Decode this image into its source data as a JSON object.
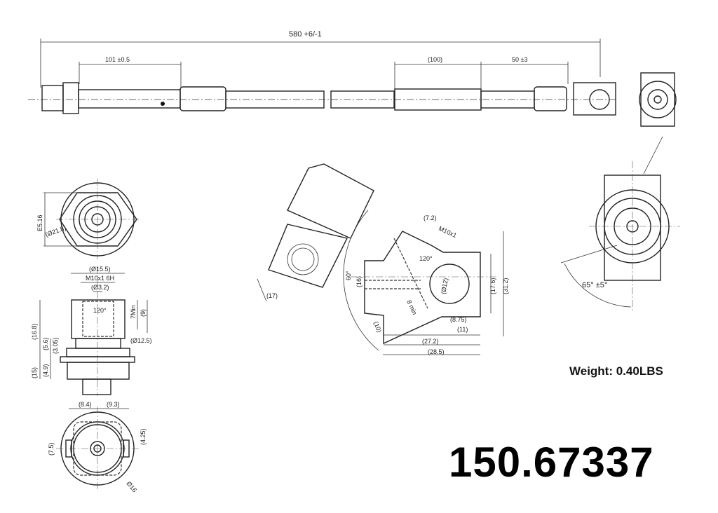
{
  "hose_dims": {
    "overall": "580 +6/-1",
    "fitting_len": "101 ±0.5",
    "sleeve": "(100)",
    "end_len": "50 ±3"
  },
  "hex_view": {
    "hex": "E5.16",
    "dia": "(Ø21.8)"
  },
  "fitting_section": {
    "dia_outer": "(Ø15.5)",
    "thread": "M10x1 6H",
    "bore": "(Ø3.2)",
    "angle": "120°",
    "thread_depth": "7Min",
    "depth": "(9)",
    "collar": "(Ø12.5)",
    "h_total": "(16.8)",
    "h1": "(5.6)",
    "h2": "(3.05)",
    "h3": "(15)",
    "h4": "(4.9)"
  },
  "bottom_view": {
    "w1": "(8.4)",
    "w2": "(9.3)",
    "h1": "(7.5)",
    "h2": "(4.25)",
    "dia": "Ø16"
  },
  "banjo_section": {
    "w": "(17)",
    "t1": "(7.2)",
    "thread": "M10x1",
    "angle": "120°",
    "h": "(16)",
    "arc": "60°",
    "hole": "(Ø12)",
    "h2": "(17.6)",
    "h3": "(31.2)",
    "d1": "(8.75)",
    "d2": "(11)",
    "d3": "(27.2)",
    "d4": "(28.5)",
    "d5": "(10)",
    "min": "8 min"
  },
  "angle_view": {
    "angle": "65° ±5°"
  },
  "weight": "Weight: 0.40LBS",
  "part_number": "150.67337"
}
